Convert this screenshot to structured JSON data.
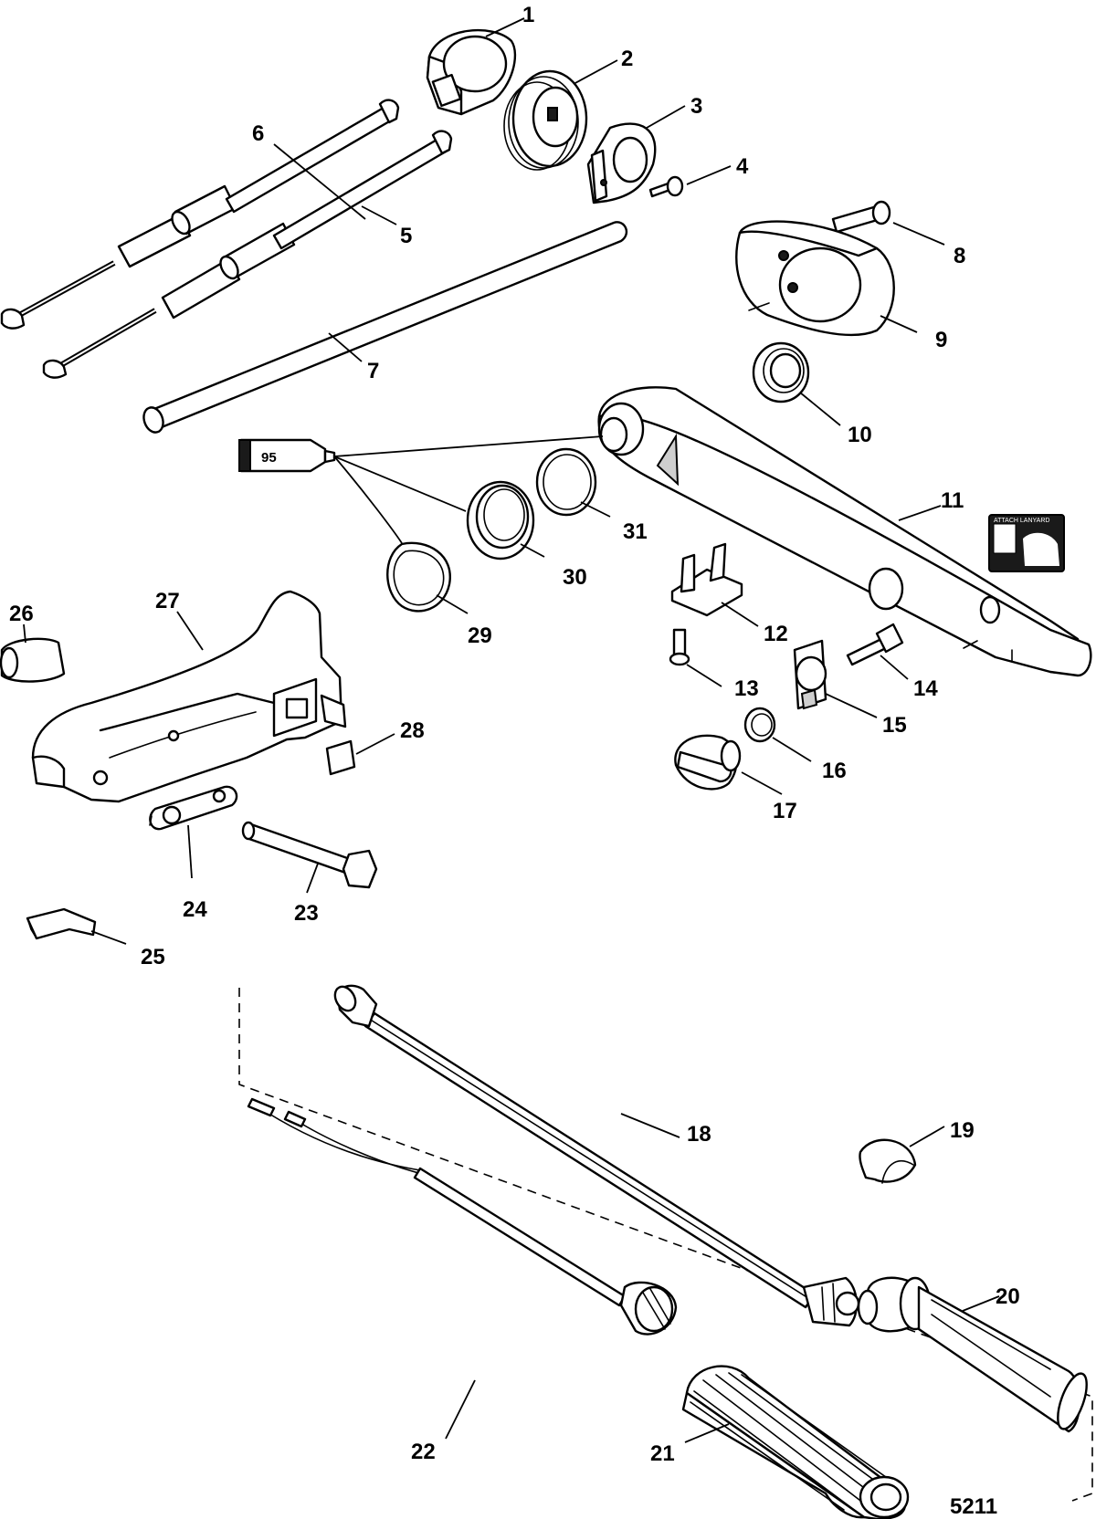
{
  "diagram": {
    "reference_number": "5211",
    "sealant_label": "95",
    "decal_text": "ATTACH LANYARD",
    "callouts": [
      "1",
      "2",
      "3",
      "4",
      "5",
      "6",
      "7",
      "8",
      "9",
      "10",
      "11",
      "12",
      "13",
      "14",
      "15",
      "16",
      "17",
      "18",
      "19",
      "20",
      "21",
      "22",
      "23",
      "24",
      "25",
      "26",
      "27",
      "28",
      "29",
      "30",
      "31"
    ]
  }
}
